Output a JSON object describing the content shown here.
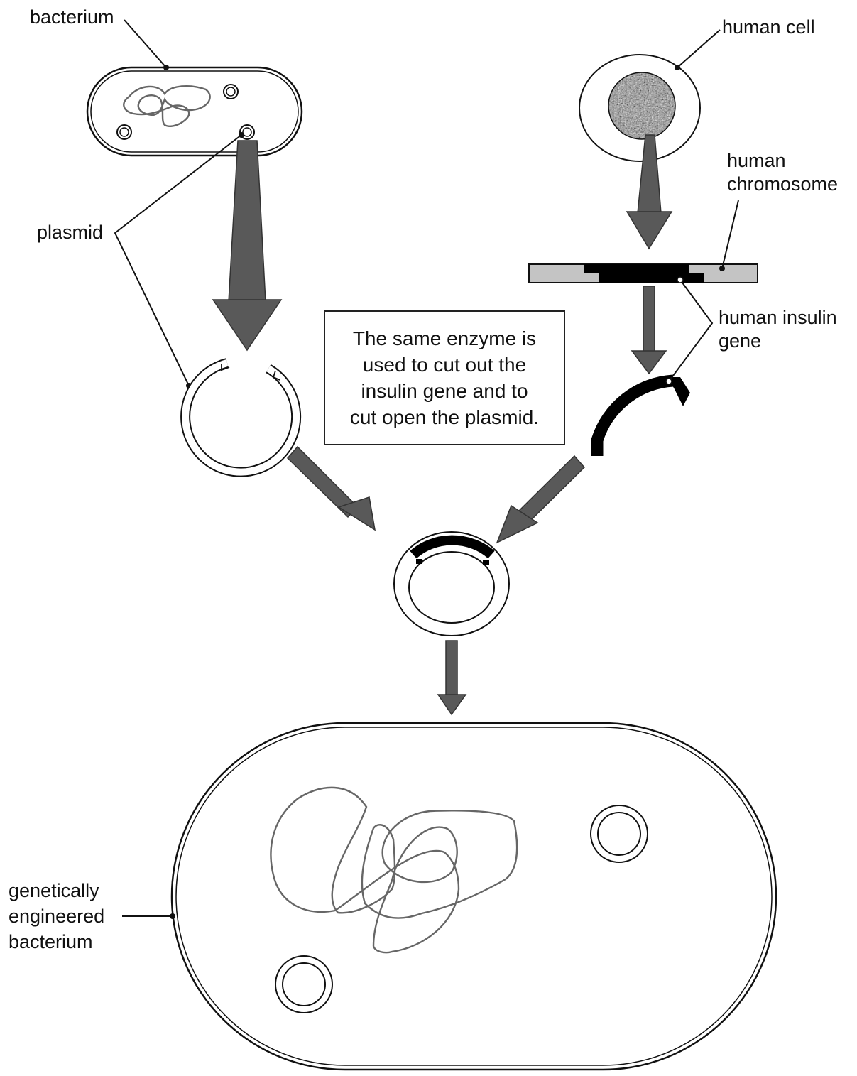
{
  "labels": {
    "bacterium": "bacterium",
    "human_cell": "human cell",
    "plasmid": "plasmid",
    "human_chromosome": [
      "human",
      "chromosome"
    ],
    "human_insulin_gene": [
      "human insulin",
      "gene"
    ],
    "genetically_engineered_bacterium": [
      "genetically",
      "engineered",
      "bacterium"
    ]
  },
  "note": [
    "The same enzyme is",
    "used to cut out the",
    "insulin gene and to",
    "cut open the plasmid."
  ],
  "colors": {
    "outline": "#111111",
    "dna_strand": "#666666",
    "arrow": "#595959",
    "chromosome_fill": "#c4c4c4",
    "gene": "#000000",
    "nucleus": "#8c8c8c"
  }
}
